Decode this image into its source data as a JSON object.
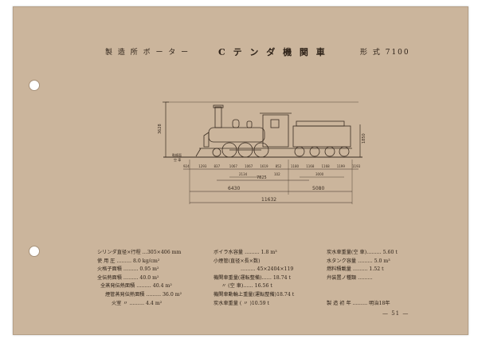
{
  "header": {
    "maker": "製 造 所  ボ ー タ ー",
    "title": "C テ ン ダ 機 関 車",
    "model": "形 式 7100"
  },
  "drawing": {
    "height_label": "3628",
    "tender_height_label": "1850",
    "rail_label": "軌條面\n空 車",
    "spacing_row": [
      "924",
      "1293",
      "837",
      "1067",
      "1067",
      "1619",
      "852",
      "1180",
      "1168",
      "1168",
      "1199",
      "1193"
    ],
    "wheelbase_mid": "7825",
    "wheelbase_left": "2134",
    "wheelbase_small": "102",
    "wheelbase_tender": "3000",
    "length_loco": "6430",
    "length_tender": "5080",
    "length_total": "11632"
  },
  "specs": {
    "col1": [
      "シリンダ直径×行程 …305×406 mm",
      "使 用 圧 ……… 8.0 kg/cm²",
      "火格子面積 ……… 0.95 m²",
      "全伝熱面積 ……… 40.0 m²",
      "全蒸発伝熱面積 ……… 40.4 m²",
      "煙管蒸発伝熱面積 ……… 36.0 m²",
      "火室    〃   ……… 4.4 m²"
    ],
    "col2": [
      "ボイラ水容量 ……… 1.8 m³",
      "小煙管(直径×長×数)",
      "……… 45×2404×119",
      "機関車重量(運転整備)…… 18.74 t",
      "〃    (空  車)…… 16.56 t",
      "機関車動輪上重量(運転整備)18.74 t",
      "炭水車重量  ( 〃 )10.59 t"
    ],
    "col3": [
      "炭水車重量(空 車)……… 5.60 t",
      "水タンク容量 ……… 5.0 m³",
      "燃料積載量 ……… 1.52 t",
      "弁装置ノ種類 ………",
      "",
      "",
      "製 造 初 年 ……… 明治18年"
    ]
  },
  "page_number": "— 51 —"
}
